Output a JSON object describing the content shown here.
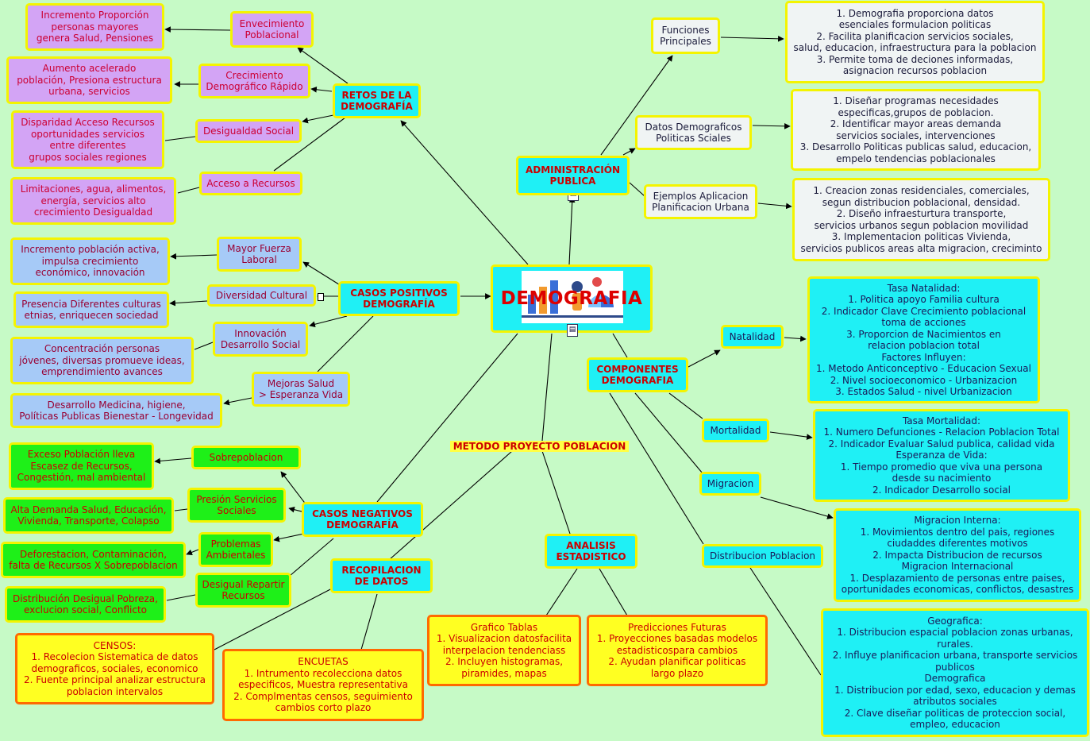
{
  "center": {
    "title": "DEMOGRAFIA"
  },
  "branches": {
    "retos": "RETOS DE LA|DEMOGRAFÍA",
    "admin": "ADMINISTRACIÓN|PUBLICA",
    "positivos": "CASOS POSITIVOS|DEMOGRAFÍA",
    "componentes": "COMPONENTES|DEMOGRAFIA",
    "negativos": "CASOS NEGATIVOS|DEMOGRAFÍA",
    "recopilacion": "RECOPILACION|DE DATOS",
    "analisis": "ANALISIS|ESTADISTICO",
    "metodo": "METODO PROYECTO POBLACION"
  },
  "retos": {
    "envejecimiento": "Envecimiento|Poblacional",
    "envejecimiento_detail": "Incremento Proporción|personas mayores|genera Salud, Pensiones",
    "crecimiento": "Crecimiento|Demográfico Rápido",
    "crecimiento_detail": "Aumento acelerado|población, Presiona estructura|urbana, servicios",
    "desigualdad": "Desigualdad Social",
    "desigualdad_detail": "Disparidad Acceso Recursos|oportunidades servicios|entre diferentes|grupos sociales regiones",
    "acceso": "Acceso a Recursos",
    "acceso_detail": "Limitaciones, agua, alimentos,|energía, servicios alto|crecimiento Desigualdad"
  },
  "positivos": {
    "fuerza": "Mayor Fuerza|Laboral",
    "fuerza_detail": "Incremento población activa,|impulsa crecimiento|económico, innovación",
    "diversidad": "Diversidad Cultural",
    "diversidad_detail": "Presencia Diferentes culturas|etnias, enriquecen sociedad",
    "innovacion": "Innovación|Desarrollo Social",
    "innovacion_detail": "Concentración personas|jóvenes, diversas promueve ideas,|emprendimiento avances",
    "salud": "Mejoras Salud|> Esperanza Vida",
    "salud_detail": "Desarrollo Medicina, higiene,|Políticas Publicas Bienestar - Longevidad"
  },
  "negativos": {
    "sobre": "Sobrepoblacion",
    "sobre_detail": "Exceso Población lleva|Escasez de Recursos,|Congestión, mal ambiental",
    "presion": "Presión Servicios|Sociales",
    "presion_detail": "Alta Demanda Salud, Educación,|Vivienda, Transporte, Colapso",
    "problemas": "Problemas|Ambientales",
    "problemas_detail": "Deforestacion, Contaminación,|falta de Recursos X Sobrepoblacion",
    "desigual": "Desigual Repartir|Recursos",
    "desigual_detail": "Distribución Desigual Pobreza,|exclucion social, Conflicto"
  },
  "admin": {
    "funciones": "Funciones|Principales",
    "funciones_detail": "1. Demografia proporciona datos|esenciales formulacion politicas|2. Facilita planificacion servicios sociales,|salud, educacion, infraestructura para la poblacion|3. Permite toma de deciones informadas,|asignacion recursos poblacion",
    "datos": "Datos Demograficos|Politicas Sciales",
    "datos_detail": "1. Diseñar programas necesidades|especificas,grupos de poblacion.|2.  Identificar mayor areas demanda|servicios sociales, intervenciones|3. Desarrollo Politicas publicas salud, educacion,|empelo tendencias poblacionales",
    "ejemplos": "Ejemplos Aplicacion|Planificacion Urbana",
    "ejemplos_detail": "1. Creacion zonas residenciales, comerciales,|segun distribucion poblacional, densidad.|2. Diseño infraesturtura transporte,|servicios urbanos segun poblacion movilidad|3. Implementacion politicas Vivienda,|servicios publicos areas alta migracion, crecimintо"
  },
  "componentes": {
    "natalidad": "Natalidad",
    "natalidad_detail": "Tasa Natalidad:|1. Politica apoyo Familia cultura|2. Indicador Clave Crecimiento poblacional|toma de acciones|3. Proporcion de Nacimientos en|relacion poblacion total|Factores Influyen:|1. Metodo Anticonceptivo - Educacion Sexual|2. Nivel socioeconomico - Urbanizacion|3. Estados Salud - nivel Urbanizacion",
    "mortalidad": "Mortalidad",
    "mortalidad_detail": "Tasa Mortalidad:|1. Numero Defunciones - Relacion Poblacion Total|2. Indicador Evaluar Salud publica, calidad vida|Esperanza de Vida:|1. Tiempo promedio que viva una persona|desde su nacimiento|2. Indicador Desarrollo social",
    "migracion": "Migracion",
    "migracion_detail": "Migracion Interna:|1. Movimientos dentro del pais, regiones|ciudaddes diferentes motivos|2. Impacta Distribucion de recursos|Migracion Internacional|1. Desplazamiento de personas entre paises,|oportunidades economicas, conflictos, desastres",
    "distribucion": "Distribucion Poblacion",
    "distribucion_detail": "Geografica:|1. Distribucion espacial poblacion zonas urbanas,|rurales.|2. Influye planificacion urbana, transporte servicios|publicos|Demografica|1. Distribucion por edad, sexo, educacion y demas|atributos sociales|2. Clave diseñar politicas de proteccion social,|empleo, educacion"
  },
  "recopilacion": {
    "censos": "CENSOS:|1. Recolecion Sistematica de datos|demograficos, sociales, economico|2. Fuente principal analizar estructura|poblacion intervalos",
    "encuestas": "ENCUETAS|1. Intrumento recolecciona datos|especificos, Muestra representativa|2. Complmentas censos, seguimiento|cambios corto plazo"
  },
  "analisis": {
    "grafico": "Grafico Tablas|1. Visualizacion datosfacilita|interpelacion tendenciass|2. Incluyen histogramas,|piramides, mapas",
    "predicciones": "Predicciones Futuras|1. Proyecciones basadas modelos|estadisticospara cambios|2. Ayudan planificar politicas|largo plazo"
  },
  "colors": {
    "background": "#c6fac6",
    "branch": "#1ff0f5",
    "border": "#f4f400",
    "retos_leaf": "#d3a4f5",
    "positivos_leaf": "#a6caf7",
    "negativos_leaf": "#1ef018",
    "admin_leaf": "#f0f4f4",
    "recopilacion_leaf": "#ffff22"
  }
}
